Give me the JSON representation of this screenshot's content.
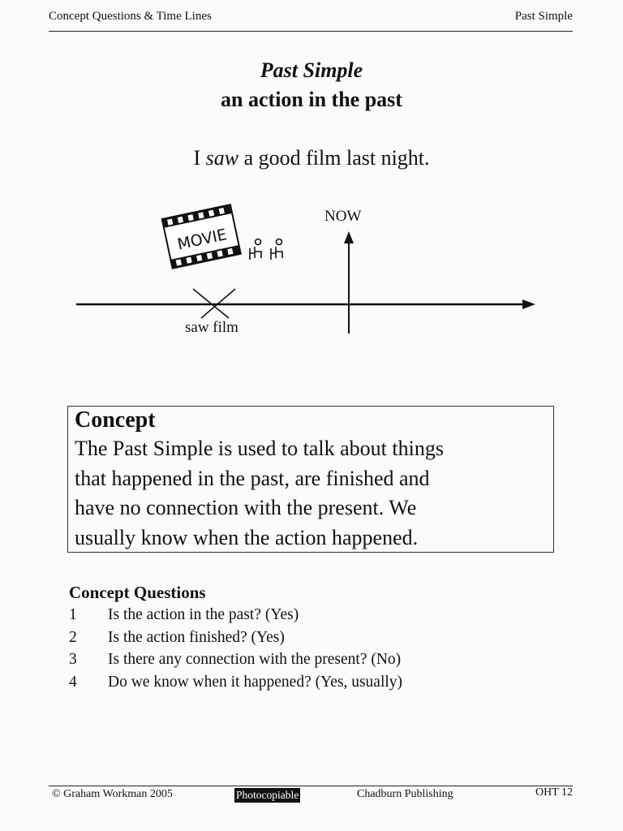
{
  "header": {
    "left": "Concept Questions & Time Lines",
    "right": "Past Simple"
  },
  "title": "Past Simple",
  "subtitle": "an action in the past",
  "example": {
    "before": "I ",
    "verb": "saw",
    "after": " a good film last night."
  },
  "timeline": {
    "now_label": "NOW",
    "event_label": "saw film",
    "sign_text": "MOVIE"
  },
  "concept": {
    "heading": "Concept",
    "lines": [
      "The Past Simple is used to talk about things",
      "that happened in the past, are finished and",
      "have no connection with the present. We",
      "usually know when the action happened."
    ]
  },
  "concept_questions": {
    "title": "Concept Questions",
    "items": [
      {
        "num": "1",
        "text": "Is the action in the past? (Yes)"
      },
      {
        "num": "2",
        "text": "Is the action finished? (Yes)"
      },
      {
        "num": "3",
        "text": "Is there any connection with the present? (No)"
      },
      {
        "num": "4",
        "text": "Do we know when it happened? (Yes, usually)"
      }
    ]
  },
  "footer": {
    "copyright": "© Graham Workman 2005",
    "badge": "Photocopiable",
    "publisher": "Chadburn Publishing",
    "page": "OHT 12"
  }
}
